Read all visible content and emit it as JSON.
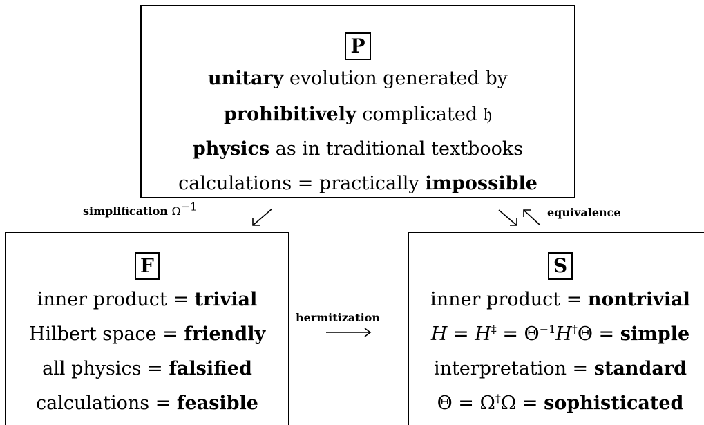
{
  "P": {
    "tag": "P",
    "l1_b": "unitary",
    "l1_r": " evolution generated by",
    "l2_b": "prohibitively",
    "l2_r": " complicated 𝔥",
    "l3_b": "physics",
    "l3_r": " as in traditional textbooks",
    "l4_r": "calculations = practically ",
    "l4_b": "impossible"
  },
  "F": {
    "tag": "F",
    "l1_r": "inner product = ",
    "l1_b": "trivial",
    "l2_r": "Hilbert space = ",
    "l2_b": "friendly",
    "l3_r": "all physics = ",
    "l3_b": "falsified",
    "l4_r": "calculations = ",
    "l4_b": "feasible"
  },
  "S": {
    "tag": "S",
    "l1_r": "inner product = ",
    "l1_b": "nontrivial",
    "l2_b": "simple",
    "l3_r": "interpretation = ",
    "l3_b": "standard",
    "l4_b": "sophisticated"
  },
  "labels": {
    "simplification": "simplification",
    "equivalence": "equivalence",
    "hermitization": "hermitization"
  }
}
